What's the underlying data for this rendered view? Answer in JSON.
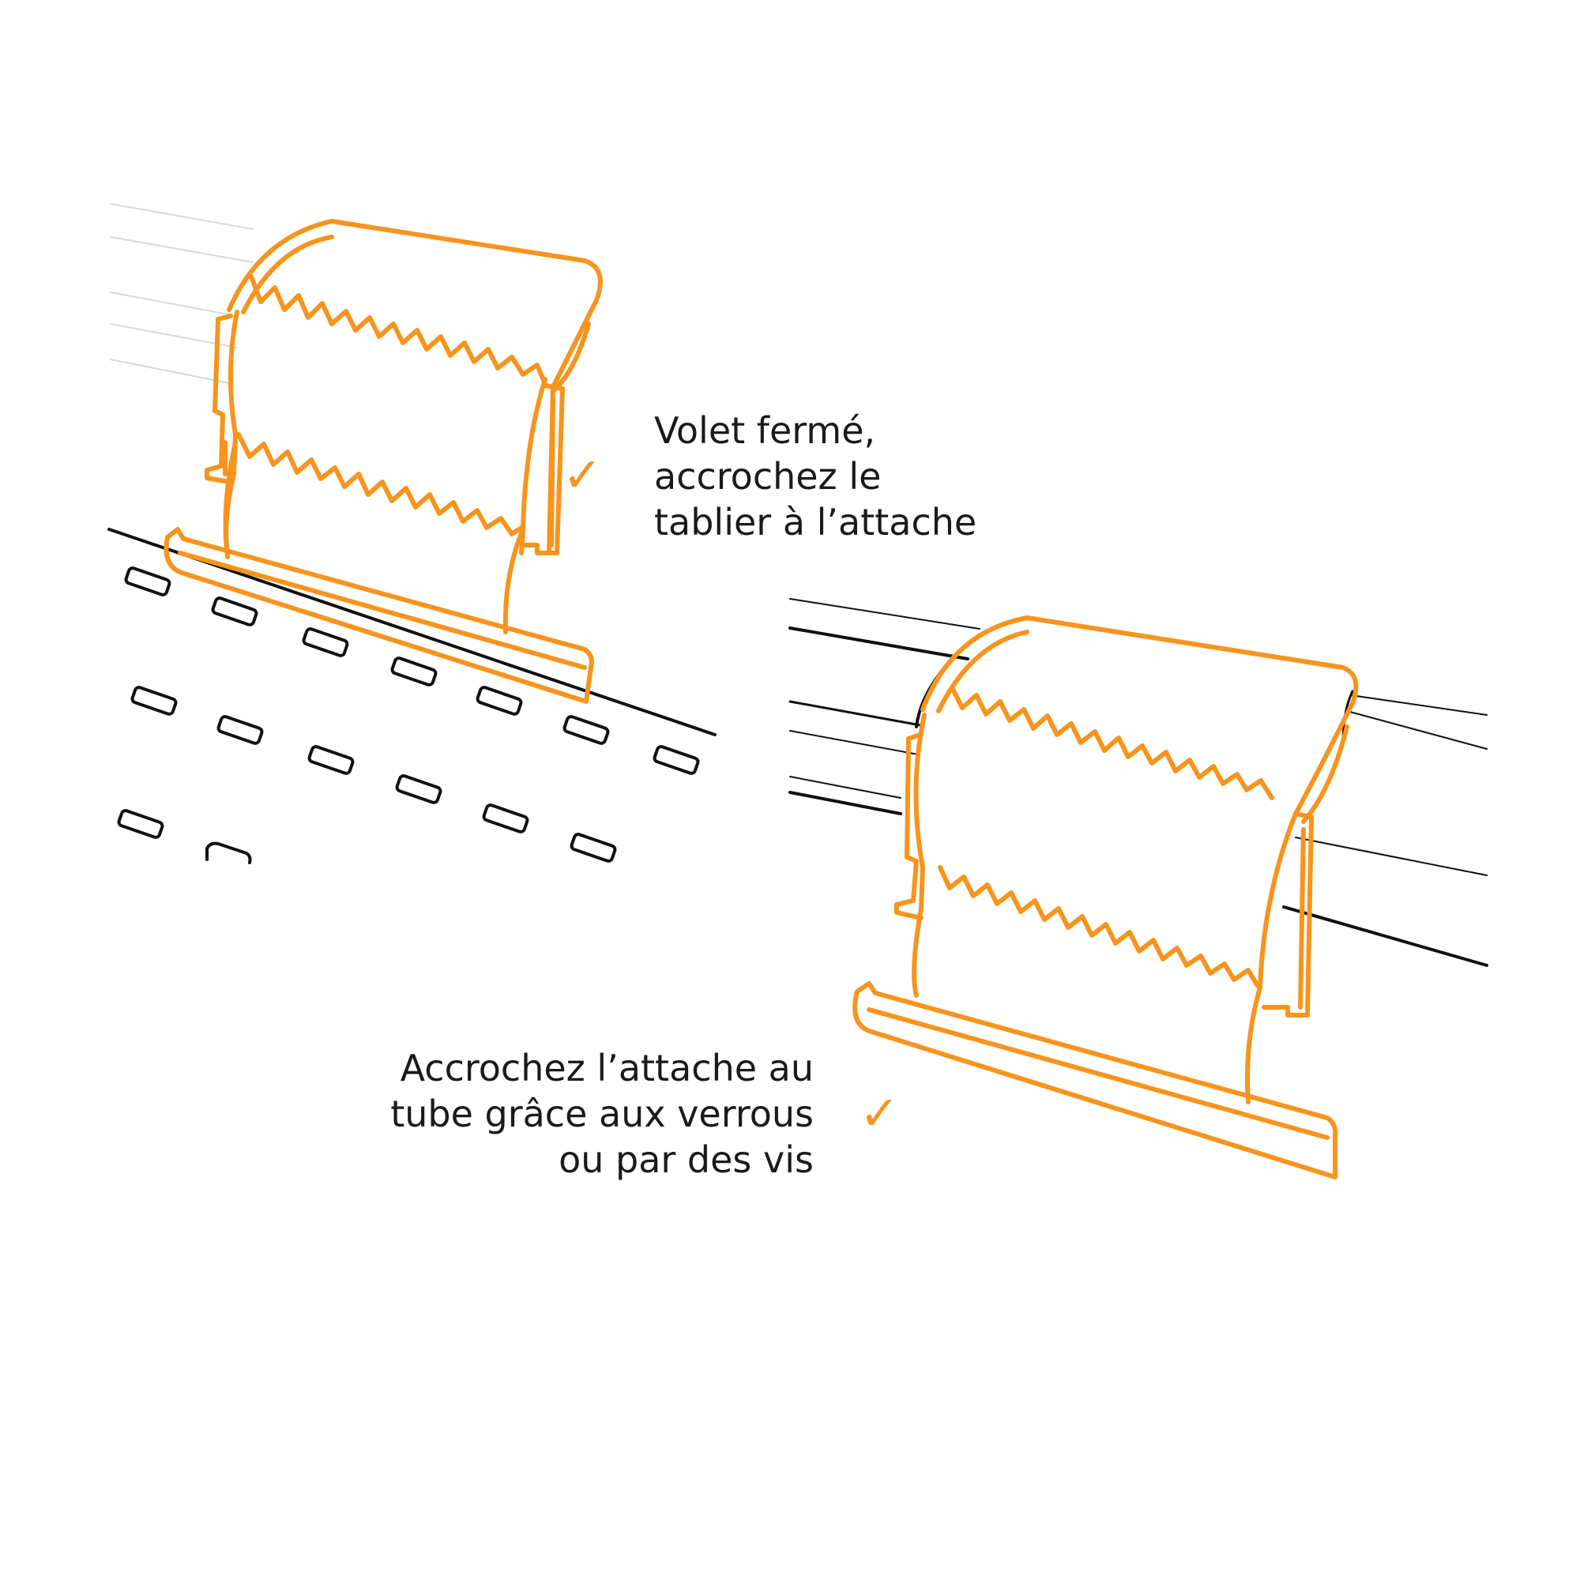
{
  "colors": {
    "accent": "#F7941D",
    "line": "#111111",
    "text": "#1a1a1a",
    "background": "#ffffff"
  },
  "steps": [
    {
      "lines": [
        "Volet fermé,",
        "accrochez le",
        "tablier à l’attache"
      ],
      "check": "✓"
    },
    {
      "lines": [
        "Accrochez l’attache au",
        "tube grâce aux verrous",
        "ou par des vis"
      ],
      "check": "✓"
    }
  ]
}
